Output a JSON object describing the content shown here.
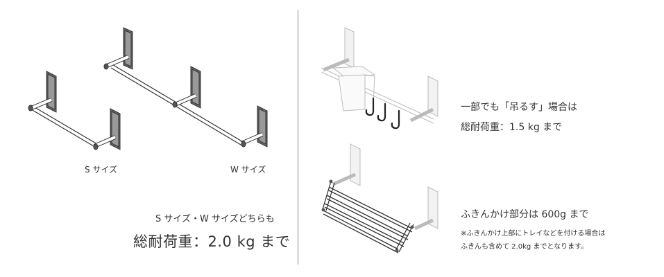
{
  "left": {
    "label_s": "S サイズ",
    "label_w": "W サイズ",
    "note": "S サイズ・W サイズどちらも",
    "capacity": "総耐荷重：2.0 kg まで"
  },
  "right_top": {
    "line1": "一部でも「吊るす」場合は",
    "line2": "総耐荷重：1.5 kg まで"
  },
  "right_bottom": {
    "title": "ふきんかけ部分は 600g まで",
    "note1": "※ふきんかけ上部にトレイなどを付ける場合は",
    "note2": "ふきんも含めて 2.0kg までとなります。"
  }
}
